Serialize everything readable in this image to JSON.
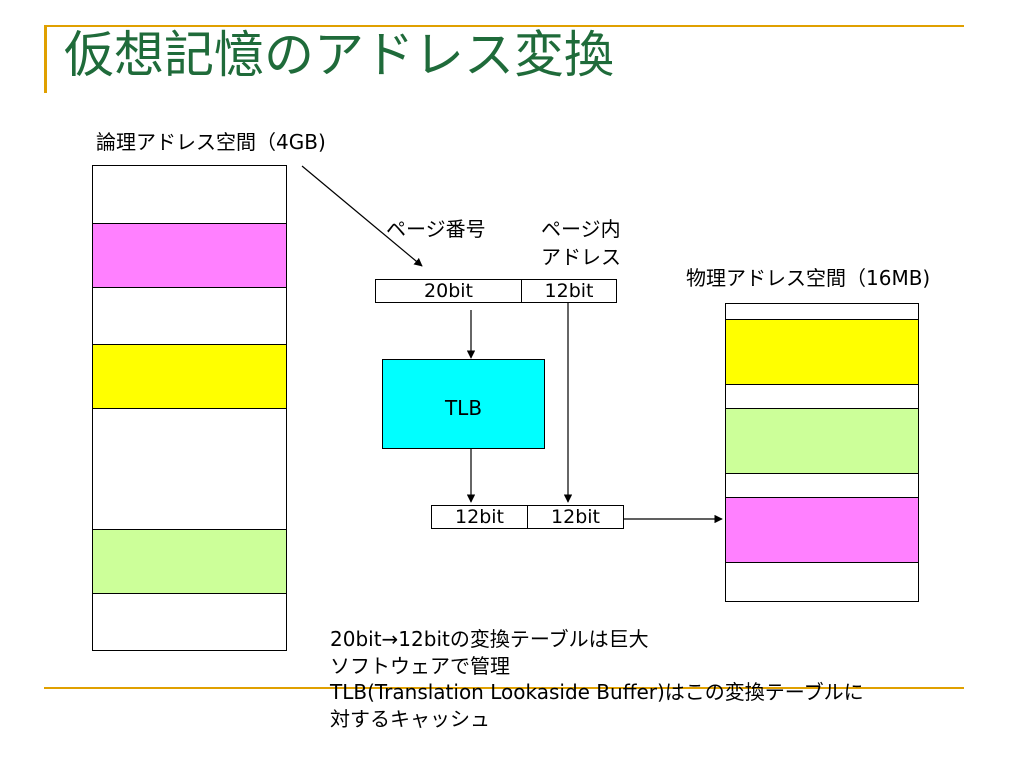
{
  "slide": {
    "title": "仮想記憶のアドレス変換",
    "colors": {
      "title": "#1f6b3a",
      "accent_line": "#e0a000",
      "magenta": "#ff80ff",
      "yellow": "#ffff00",
      "green": "#ccff99",
      "tlb": "#00ffff"
    }
  },
  "logical_space": {
    "label": "論理アドレス空間（4GB)"
  },
  "physical_space": {
    "label": "物理アドレス空間（16MB)"
  },
  "address": {
    "page_number_label": "ページ番号",
    "offset_label_line1": "ページ内",
    "offset_label_line2": "アドレス",
    "virtual_page_bits": "20bit",
    "virtual_offset_bits": "12bit",
    "physical_frame_bits": "12bit",
    "physical_offset_bits": "12bit"
  },
  "tlb": {
    "label": "TLB"
  },
  "notes": [
    "20bit→12bitの変換テーブルは巨大",
    "ソフトウェアで管理",
    "TLB(Translation Lookaside Buffer)はこの変換テーブルに",
    "対するキャッシュ"
  ]
}
